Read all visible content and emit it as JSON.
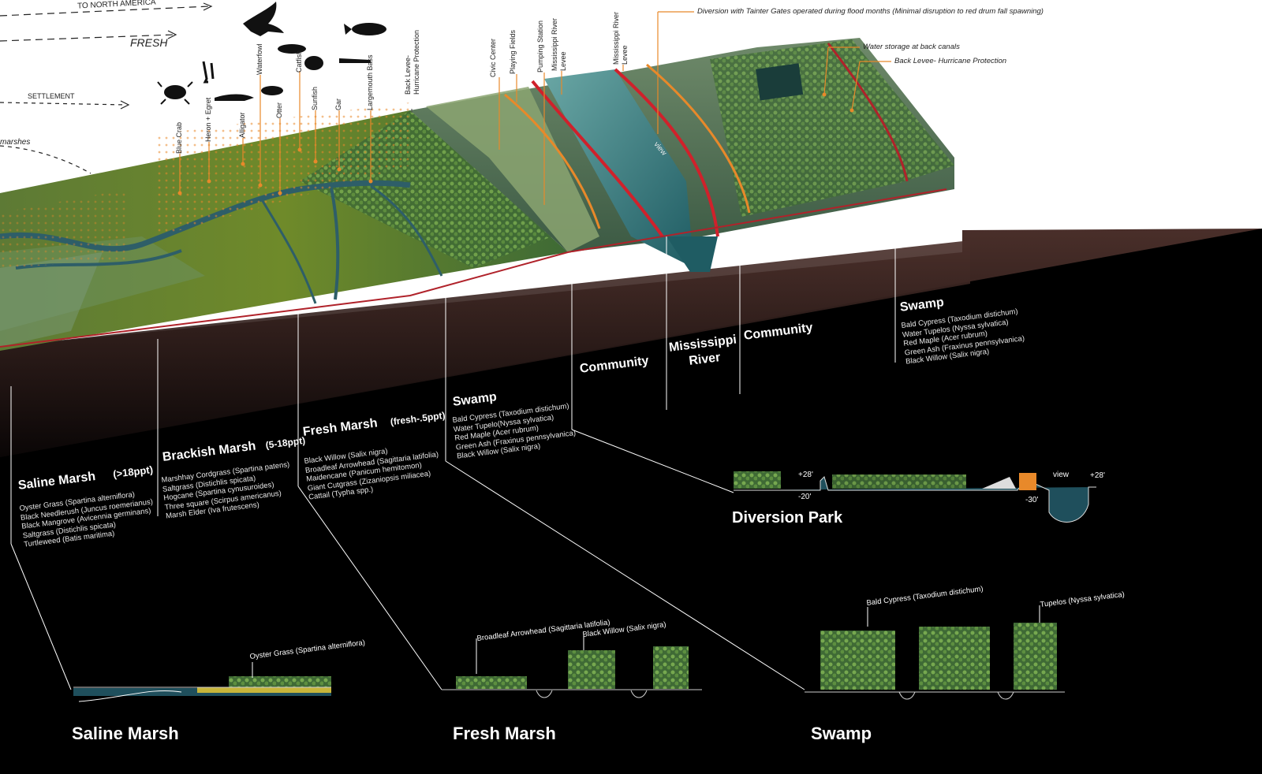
{
  "migration": {
    "north_america": "TO NORTH AMERICA",
    "fresh": "FRESH",
    "settlement": "SETTLEMENT",
    "marshes": "marshes"
  },
  "species": [
    "Blue Crab",
    "Heron + Egret",
    "Alligator",
    "Waterfowl",
    "Otter",
    "Catfish",
    "Sunfish",
    "Gar",
    "Largemouth Bass"
  ],
  "infrastructure": {
    "back_levee_hurricane": "Back Levee-\nHurricane Protection",
    "civic_center": "Civic Center",
    "playing_fields": "Playing Fields",
    "pumping_station": "Pumping Station",
    "mississippi_river_levee_a": "Mississippi River\nLevee",
    "mississippi_river_levee_b": "Mississippi River\nLevee",
    "diversion": "Diversion with Tainter Gates operated during flood months (Minimal disruption to red drum fall spawning)",
    "water_storage": "Water storage at back canals",
    "back_levee_right": "Back Levee- Hurricane Protection",
    "view": "view"
  },
  "zones": [
    {
      "name": "Saline Marsh",
      "salinity": "(>18ppt)",
      "species": [
        "Oyster Grass (Spartina alterniflora)",
        "Black Needlerush (Juncus roemerianus)",
        "Black Mangrove (Avicennia germinans)",
        "Saltgrass (Distichlis spicata)",
        "Turtleweed (Batis maritima)"
      ]
    },
    {
      "name": "Brackish Marsh",
      "salinity": "(5-18ppt)",
      "species": [
        "Marshhay Cordgrass (Spartina patens)",
        "Saltgrass (Distichlis spicata)",
        "Hogcane (Spartina cynusuroides)",
        "Three square (Scirpus americanus)",
        "Marsh Elder (Iva frutescens)"
      ]
    },
    {
      "name": "Fresh Marsh",
      "salinity": "(fresh-.5ppt)",
      "species": [
        "Black Willow (Salix nigra)",
        "Broadleaf Arrowhead (Sagittaria latifolia)",
        "Maidencane (Panicum hemitomon)",
        "Giant Cutgrass (Zizaniopsis miliacea)",
        "Cattail (Typha spp.)"
      ]
    },
    {
      "name": "Swamp",
      "salinity": "",
      "species": [
        "Bald Cypress (Taxodium distichum)",
        "Water Tupelo(Nyssa sylvatica)",
        "Red Maple (Acer rubrum)",
        "Green Ash (Fraxinus pennsylvanica)",
        "Black Willow (Salix nigra)"
      ]
    },
    {
      "name": "Community",
      "salinity": "",
      "species": []
    },
    {
      "name": "Mississippi\nRiver",
      "salinity": "",
      "species": []
    },
    {
      "name": "Community",
      "salinity": "",
      "species": []
    },
    {
      "name": "Swamp",
      "salinity": "",
      "species": [
        "Bald Cypress (Taxodium distichum)",
        "Water Tupelos (Nyssa sylvatica)",
        "Red Maple (Acer rubrum)",
        "Green Ash (Fraxinus pennsylvanica)",
        "Black Willow (Salix nigra)"
      ]
    }
  ],
  "diversion_park": {
    "title": "Diversion Park",
    "elev_plus28_left": "+28'",
    "elev_minus20": "-20'",
    "elev_minus30": "-30'",
    "elev_plus28_right": "+28'",
    "view": "view"
  },
  "sections": {
    "saline": {
      "title": "Saline Marsh",
      "label": "Oyster Grass (Spartina alterniflora)"
    },
    "fresh": {
      "title": "Fresh Marsh",
      "label_a": "Broadleaf Arrowhead (Sagittaria latifolia)",
      "label_b": "Black Willow (Salix nigra)"
    },
    "swamp": {
      "title": "Swamp",
      "label_a": "Bald Cypress (Taxodium distichum)",
      "label_b": "Tupelos (Nyssa sylvatica)"
    }
  },
  "colors": {
    "marsh_green": "#5f7d2c",
    "water": "#2f6f7a",
    "levee_red": "#d0212b",
    "callout_orange": "#e8892a",
    "soil_dark": "#3a2622"
  }
}
